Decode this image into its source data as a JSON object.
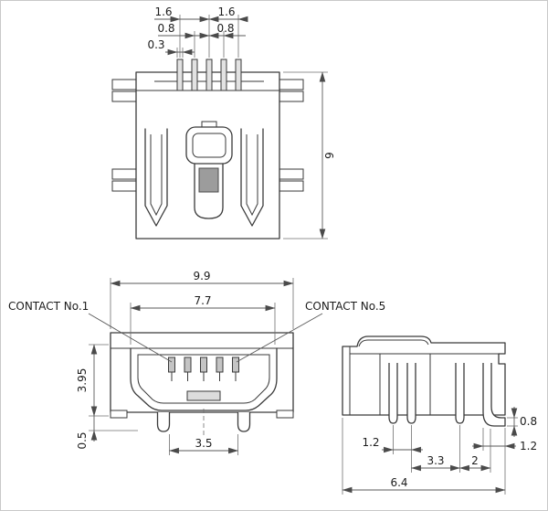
{
  "meta": {
    "background_color": "#ffffff",
    "outline_color": "#3a3a3a",
    "dimension_color": "#5a5a5a",
    "shade_color": "#9c9c9c"
  },
  "top_view": {
    "dim_16_left": "1.6",
    "dim_16_right": "1.6",
    "dim_08_left": "0.8",
    "dim_08_right": "0.8",
    "dim_03": "0.3",
    "dim_depth": "9"
  },
  "front_view": {
    "label_contact1": "CONTACT No.1",
    "label_contact5": "CONTACT No.5",
    "dim_overall_width": "9.9",
    "dim_shell_width": "7.7",
    "dim_height": "3.95",
    "dim_standoff": "0.5",
    "dim_post_span": "3.5"
  },
  "side_view": {
    "dim_lead_thickness": "0.8",
    "dim_foot_length": "1.2",
    "dim_lead_pitch": "1.2",
    "dim_span_a": "3.3",
    "dim_span_b": "2",
    "dim_overall_depth": "6.4"
  }
}
